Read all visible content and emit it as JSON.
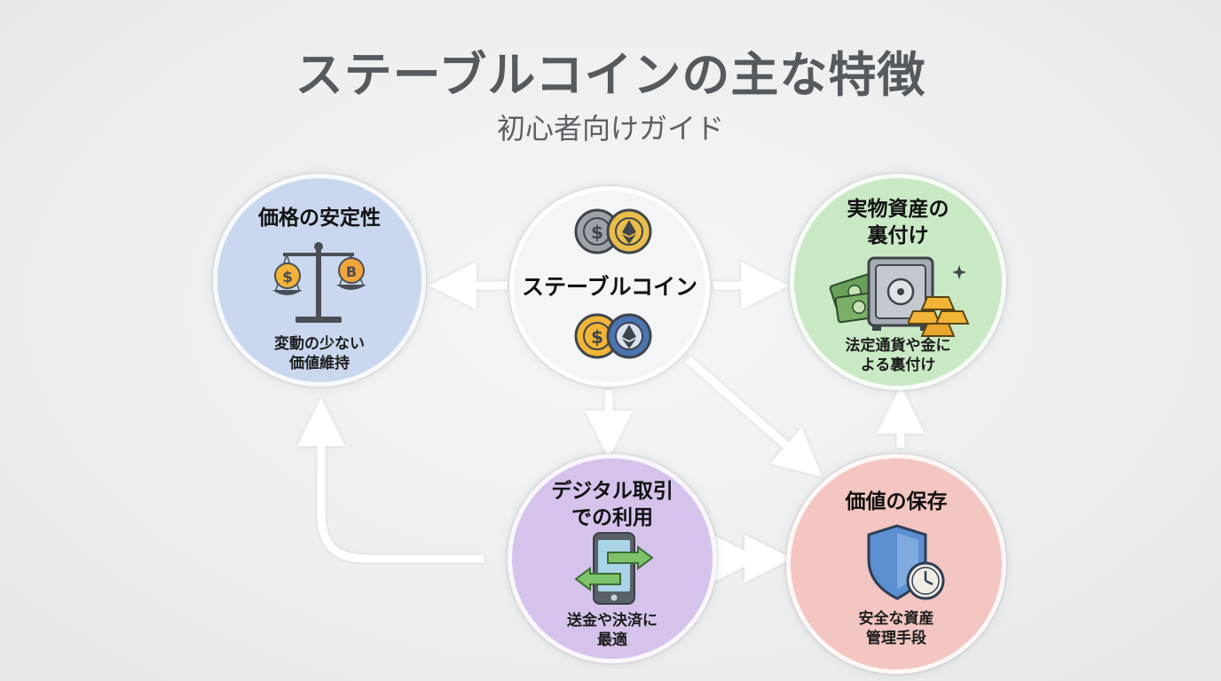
{
  "title": "ステーブルコインの主な特徴",
  "subtitle": "初心者向けガイド",
  "nodes": {
    "center": {
      "label": "ステーブルコイン"
    },
    "price": {
      "title": "価格の安定性",
      "desc": "変動の少ない\n価値維持"
    },
    "asset": {
      "title": "実物資産の\n裏付け",
      "desc": "法定通貨や金に\nよる裏付け"
    },
    "digital": {
      "title": "デジタル取引\nでの利用",
      "desc": "送金や決済に\n最適"
    },
    "store": {
      "title": "価値の保存",
      "desc": "安全な資産\n管理手段"
    }
  },
  "icons": [
    "coin-pair-icon",
    "scale-icon",
    "safe-icon",
    "gold-bars-icon",
    "phone-transfer-icon",
    "shield-icon",
    "clock-icon"
  ],
  "colors": {
    "price": "#c9d8ee",
    "asset": "#c9e8c4",
    "digital": "#d5c3ec",
    "store": "#f3c6c1",
    "center": "#f4f5f7",
    "arrow": "#ffffff",
    "title": "#555a5f"
  }
}
